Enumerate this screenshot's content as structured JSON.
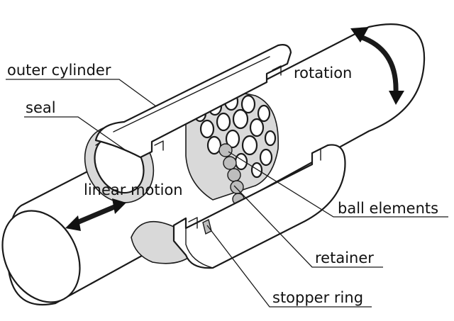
{
  "labels": {
    "outer_cylinder": "outer cylinder",
    "seal": "seal",
    "rotation": "rotation",
    "linear_motion": "linear motion",
    "ball_elements": "ball elements",
    "retainer": "retainer",
    "stopper_ring": "stopper ring"
  }
}
